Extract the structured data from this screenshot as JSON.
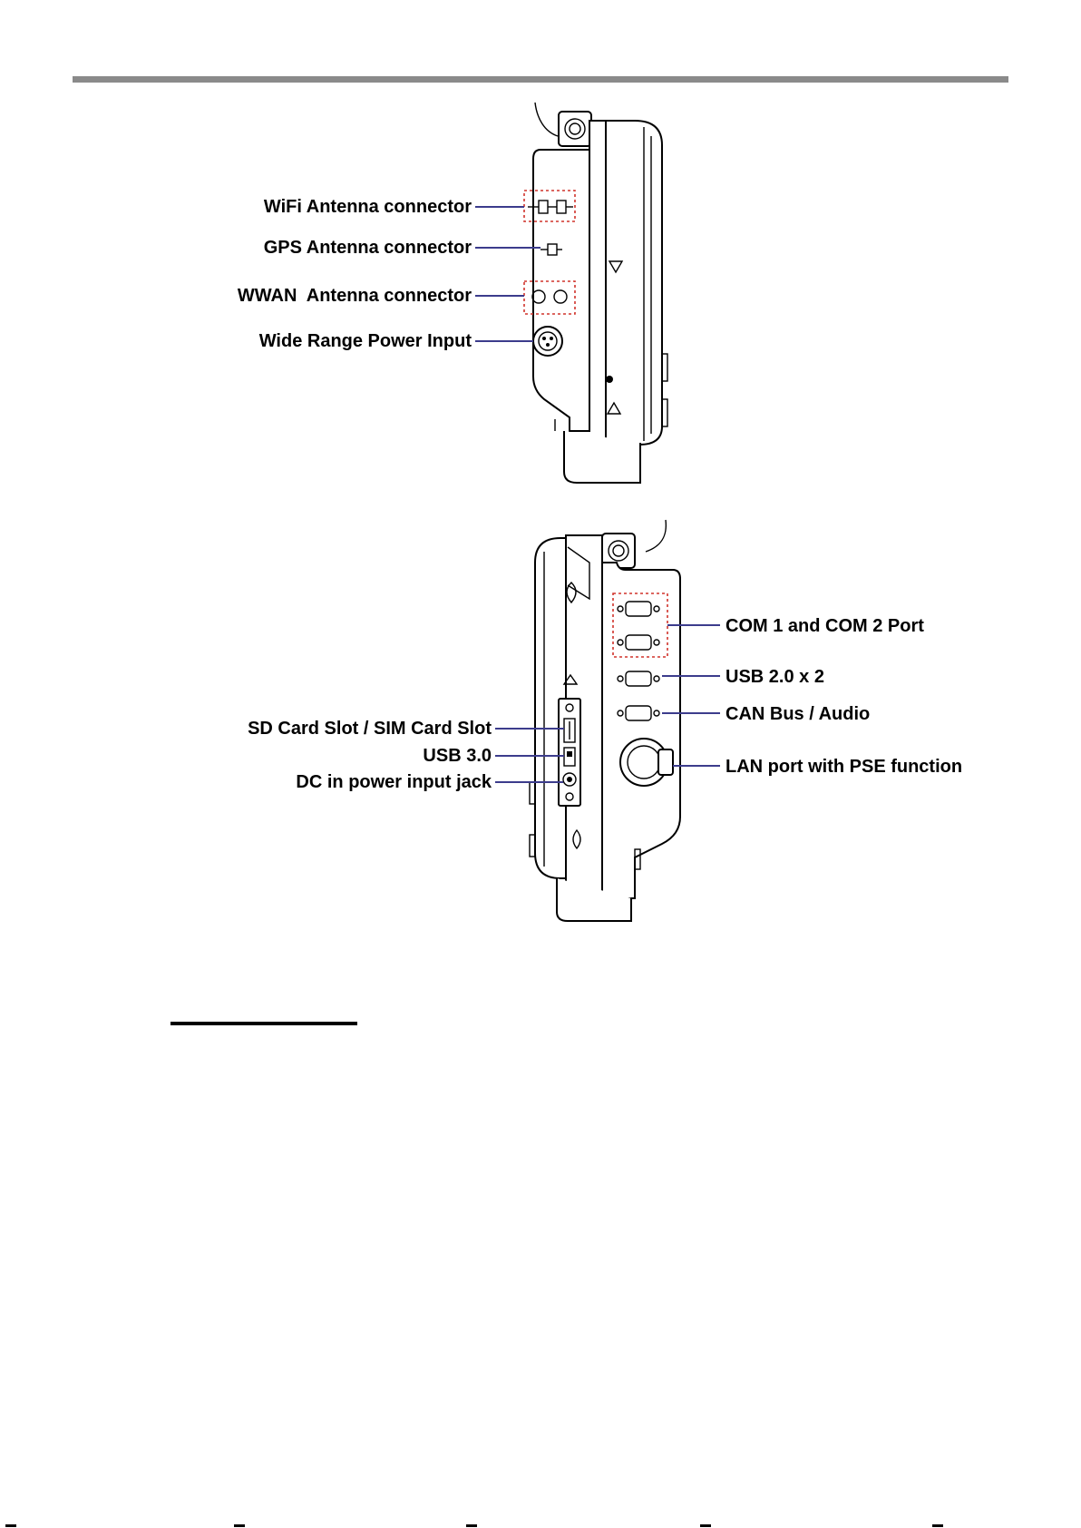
{
  "top_view": {
    "labels": {
      "wifi": "WiFi Antenna connector",
      "gps": "GPS Antenna connector",
      "wwan": "WWAN  Antenna connector",
      "power": "Wide Range Power Input"
    }
  },
  "bottom_view": {
    "labels": {
      "com": "COM 1 and COM 2 Port",
      "usb2": "USB 2.0 x 2",
      "can": "CAN Bus / Audio",
      "lan": "LAN port with PSE function",
      "sd": "SD Card Slot / SIM Card Slot",
      "usb3": "USB 3.0",
      "dc": "DC in power input jack"
    }
  },
  "colors": {
    "leader_line": "#3c3c8c",
    "dashed_highlight": "#d0342c",
    "header_rule": "#8a8a8a"
  }
}
